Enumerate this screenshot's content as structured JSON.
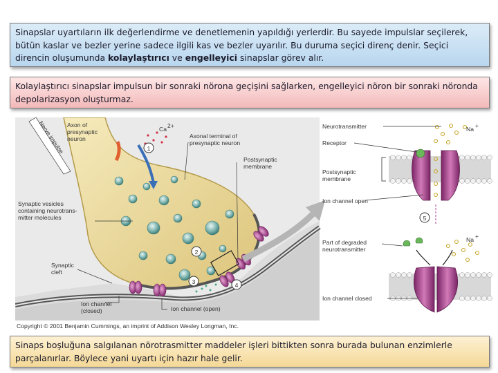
{
  "box1": {
    "text_a": "Sinapslar uyartıların ilk değerlendirme ve denetlemenin yapıldığı yerlerdir. Bu sayede impulslar seçilerek, bütün kaslar ve bezler yerine sadece ilgili kas ve bezler uyarılır. Bu duruma seçici direnç denir. Seçici direncin oluşumunda ",
    "bold_a": "kolaylaştırıcı",
    "text_b": " ve ",
    "bold_b": "engelleyici",
    "text_c": " sinapslar görev alır."
  },
  "box2": {
    "text": "Kolaylaştırıcı sinapslar impulsun bir sonraki nörona geçişini sağlarken, engelleyici nöron bir sonraki nöronda depolarizasyon oluşturmaz."
  },
  "box3": {
    "text": "Sinaps boşluğuna salgılanan nörotrasmitter maddeler işleri bittikten sonra burada bulunan enzimlerle parçalanırlar. Böylece yani uyartı için hazır hale gelir."
  },
  "diagram": {
    "nerve_impulse": "Nerve impulse",
    "axon_presynaptic": [
      "Axon of",
      "presynaptic",
      "neuron"
    ],
    "ca": "Ca",
    "ca_sup": "2+",
    "axonal_terminal": [
      "Axonal terminal of",
      "presynaptic neuron"
    ],
    "postsynaptic_membrane": [
      "Postsynaptic",
      "membrane"
    ],
    "synaptic_vesicles": [
      "Synaptic vesicles",
      "containing neurotrans-",
      "mitter molecules"
    ],
    "synaptic_cleft": [
      "Synaptic",
      "cleft"
    ],
    "ion_channel_closed": [
      "Ion channel",
      "(closed)"
    ],
    "ion_channel_open": "Ion channel (open)",
    "step1": "1",
    "step2": "2",
    "step3": "3",
    "step4": "4",
    "step5": "5",
    "copyright": "Copyright © 2001 Benjamin Cummings, an imprint of Addison Wesley Longman, Inc.",
    "neurotransmitter": "Neurotransmitter",
    "receptor": "Receptor",
    "postsynaptic_membrane_r": [
      "Postsynaptic",
      "membrane"
    ],
    "ion_channel_open_r": "Ion channel open",
    "na": "Na",
    "na_sup": "+",
    "degraded": [
      "Part of degraded",
      "neurotransmitter"
    ],
    "ion_channel_closed_r": "Ion channel closed"
  },
  "colors": {
    "axon": "#ecdb9a",
    "membrane": "#4a4a4a",
    "channel": "#a8408a",
    "vesicle": "#7fb5b0",
    "background_panel": "#e6e6e6"
  }
}
